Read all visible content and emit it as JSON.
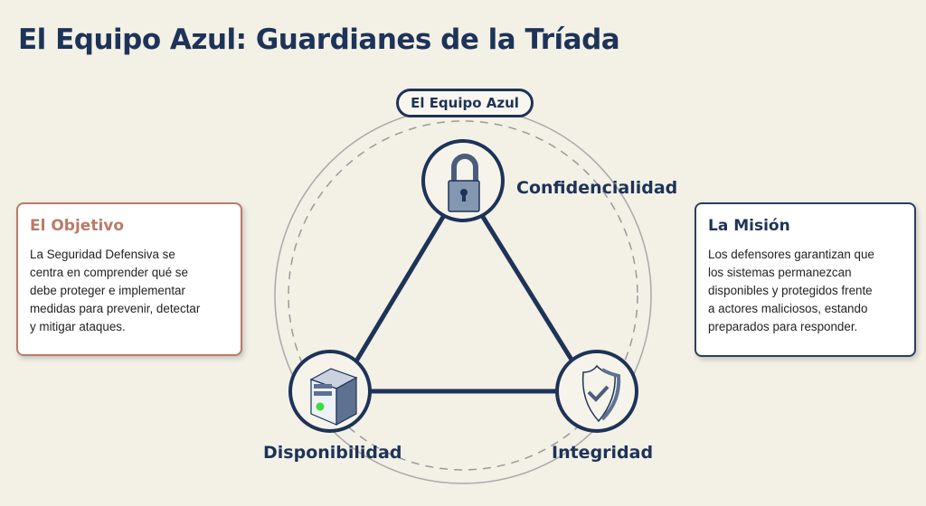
{
  "title": "El Equipo Azul: Guardianes de la Tríada",
  "center_badge": "El Equipo Azul",
  "nodes": {
    "top": {
      "label": "Confidencialidad",
      "icon": "padlock-icon"
    },
    "bottom_left": {
      "label": "Disponibilidad",
      "icon": "server-icon"
    },
    "bottom_right": {
      "label": "Integridad",
      "icon": "shield-check-icon"
    }
  },
  "objective": {
    "heading": "El Objetivo",
    "lines": [
      "La Seguridad Defensiva se",
      "centra en comprender qué se",
      "debe proteger e implementar",
      "medidas para prevenir, detectar",
      "y mitigar ataques."
    ]
  },
  "mission": {
    "heading": "La Misión",
    "lines": [
      "Los defensores garantizan que",
      "los sistemas permanezcan",
      "disponibles y protegidos frente",
      "a actores maliciosos, estando",
      "preparados para responder."
    ]
  },
  "colors": {
    "navy": "#1d3358",
    "accent": "#b97b67",
    "background": "#f3f0e6",
    "status_green": "#3ddc3d"
  }
}
